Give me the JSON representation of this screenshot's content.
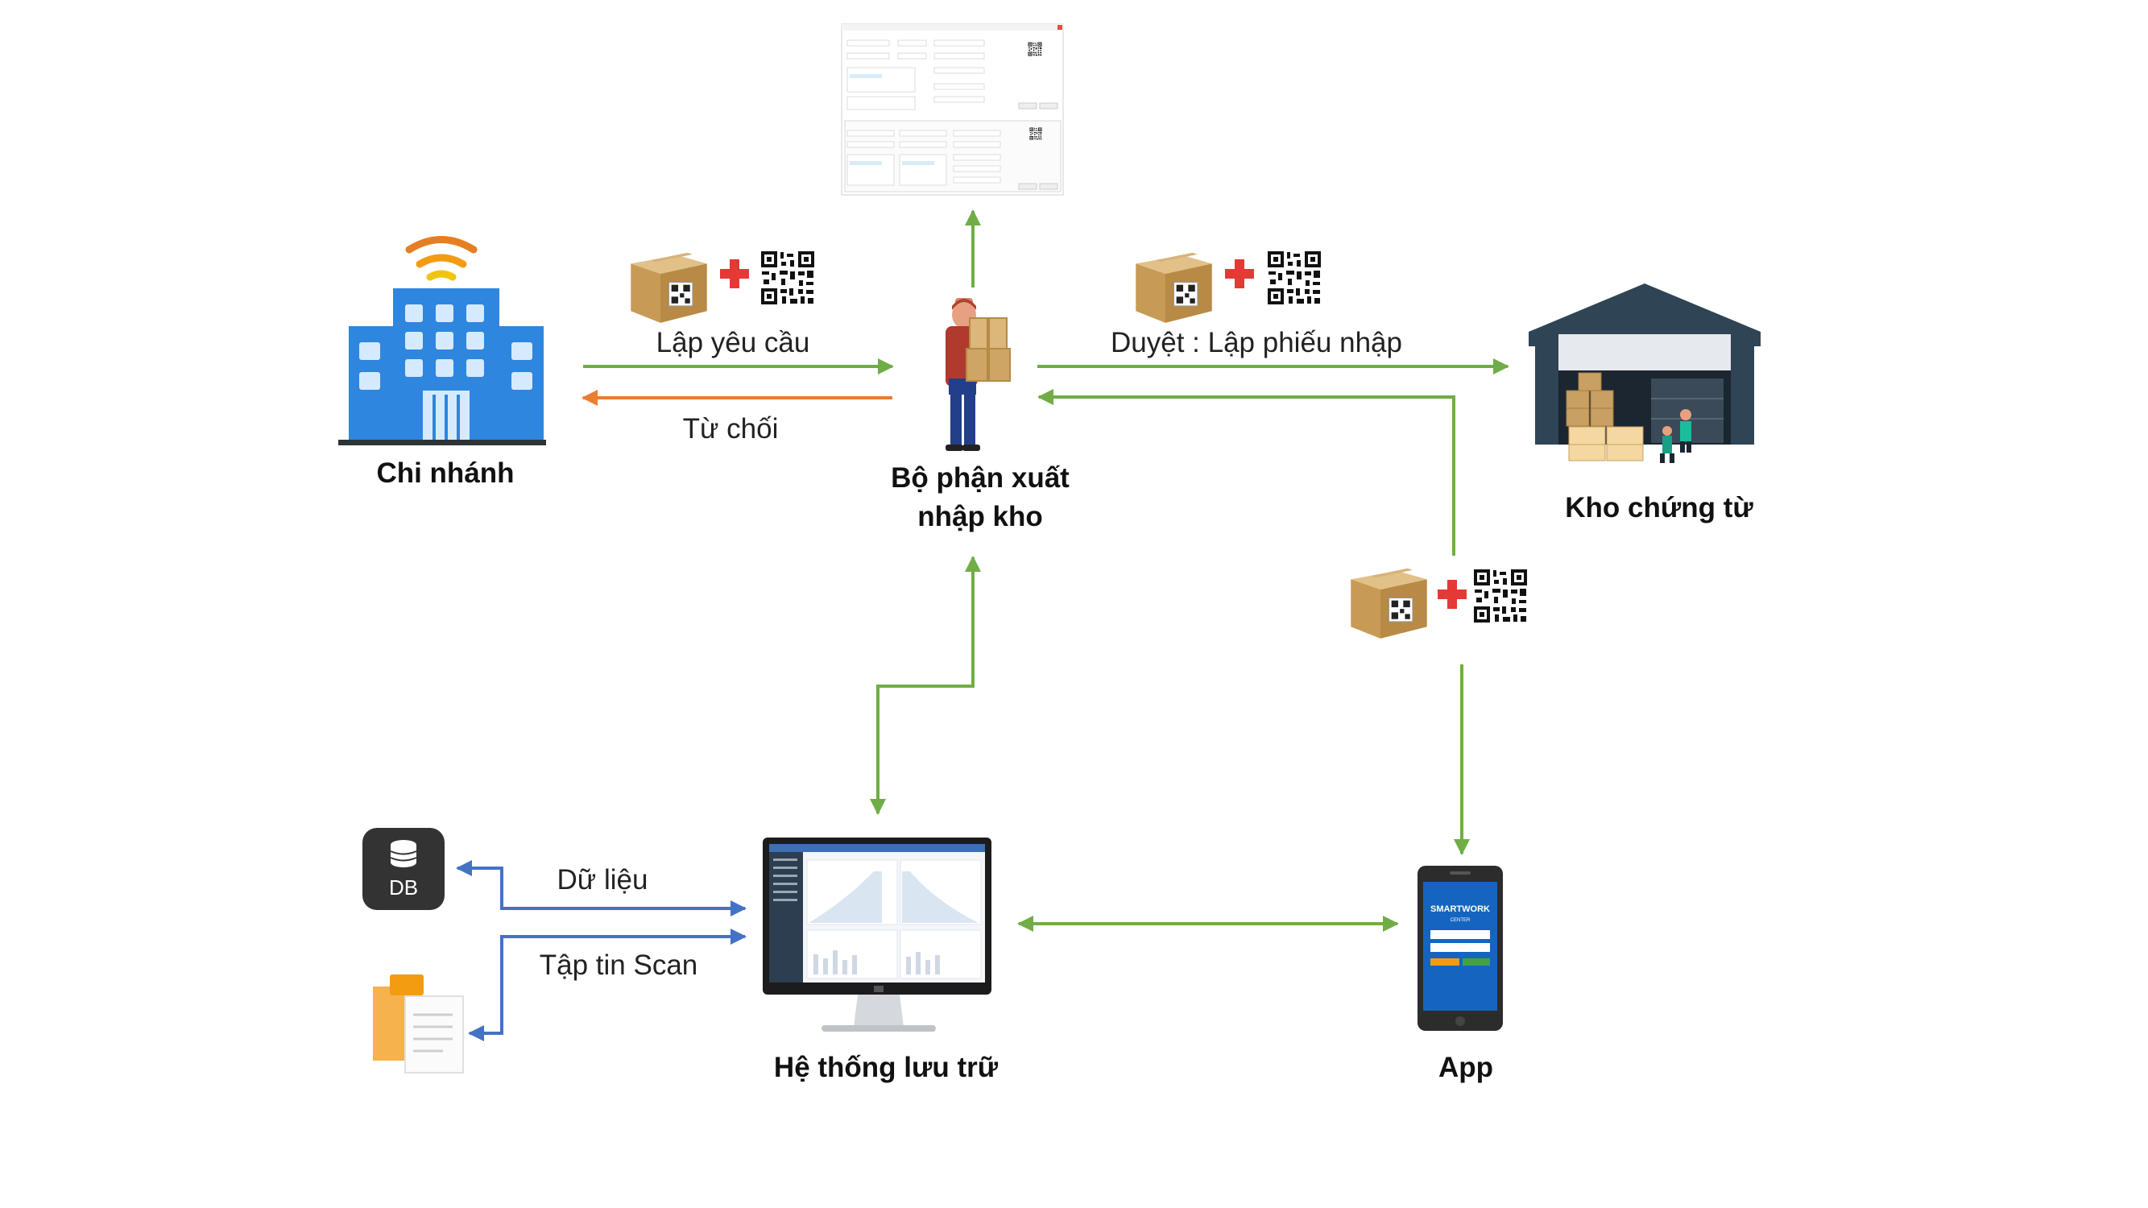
{
  "nodes": {
    "branch": "Chi nhánh",
    "dept_line1": "Bộ phận xuất",
    "dept_line2": "nhập kho",
    "warehouse": "Kho chứng từ",
    "storage": "Hệ thống lưu trữ",
    "app": "App",
    "db_badge": "DB"
  },
  "edges": {
    "create_request": "Lập yêu cầu",
    "reject": "Từ chối",
    "approve": "Duyệt : Lập phiếu nhập",
    "data": "Dữ liệu",
    "scan_files": "Tập tin Scan"
  },
  "phone": {
    "brand_line1": "SMARTWORK",
    "brand_line2": "CENTER"
  },
  "colors": {
    "green_arrow": "#70ad47",
    "orange_arrow": "#ed7d31",
    "blue_arrow": "#4472c4",
    "building_blue": "#2e86de",
    "wifi_orange": "#f39c12",
    "box_tan": "#c8a060",
    "cross_red": "#e53935"
  },
  "icons": [
    "building-wifi-icon",
    "worker-carrying-box-icon",
    "warehouse-icon",
    "package-qr-icon",
    "qr-code-icon",
    "plus-icon",
    "form-screenshot",
    "monitor-icon",
    "smartphone-icon",
    "database-icon",
    "documents-icon"
  ]
}
